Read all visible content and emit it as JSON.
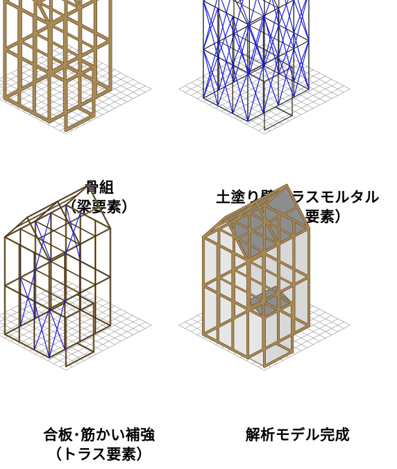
{
  "colors": {
    "wood": "#a98a55",
    "wood_dark": "#6e5530",
    "grid": "#a7a7a7",
    "line": "#222222",
    "brace": "#1a1adc",
    "roof": "#8d8d8d",
    "wall": "#d8d8d8"
  },
  "panels": [
    {
      "id": "frame",
      "caption_lines": [
        "骨組",
        "（梁要素）"
      ],
      "icon": "timber-frame-house"
    },
    {
      "id": "earth-wall",
      "caption_lines": [
        "土塗り壁、ラスモルタル",
        "（トラス要素）"
      ],
      "icon": "truss-wall-house"
    },
    {
      "id": "plywood",
      "caption_lines": [
        "合板･筋かい補強",
        "（トラス要素）"
      ],
      "icon": "braced-frame-house"
    },
    {
      "id": "complete",
      "caption_lines": [
        "解析モデル完成"
      ],
      "icon": "completed-model-house"
    }
  ]
}
